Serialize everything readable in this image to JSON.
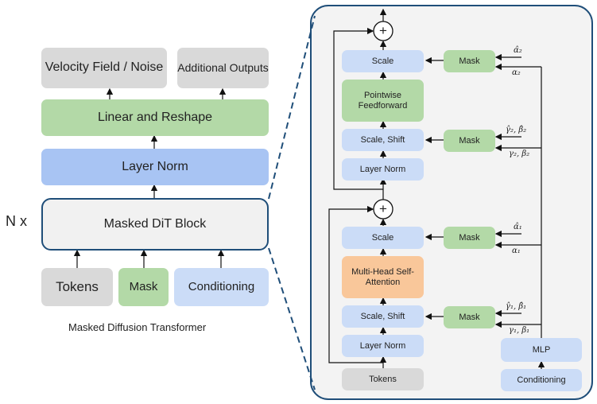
{
  "left": {
    "outputs": {
      "velocity": "Velocity Field / Noise",
      "additional": "Additional Outputs"
    },
    "linear_reshape": "Linear and Reshape",
    "layer_norm": "Layer Norm",
    "block": "Masked DiT Block",
    "repeat": "N x",
    "inputs": {
      "tokens": "Tokens",
      "mask": "Mask",
      "conditioning": "Conditioning"
    },
    "caption": "Masked Diffusion Transformer"
  },
  "right": {
    "top": {
      "scale": "Scale",
      "ffn": "Pointwise Feedforward",
      "scale_shift": "Scale, Shift",
      "layer_norm": "Layer Norm",
      "mask_alpha": "Mask",
      "mask_gamma": "Mask",
      "alpha_hat": "α̂₂",
      "alpha": "α₂",
      "gamma_hat": "γ̂₂, β̂₂",
      "gamma": "γ₂, β₂"
    },
    "bottom": {
      "scale": "Scale",
      "attn": "Multi-Head Self-Attention",
      "scale_shift": "Scale, Shift",
      "layer_norm": "Layer Norm",
      "mask_alpha": "Mask",
      "mask_gamma": "Mask",
      "alpha_hat": "α̂₁",
      "alpha": "α₁",
      "gamma_hat": "γ̂₁, β̂₁",
      "gamma": "γ₁, β₁"
    },
    "plus": "+",
    "tokens": "Tokens",
    "mlp": "MLP",
    "conditioning": "Conditioning"
  }
}
